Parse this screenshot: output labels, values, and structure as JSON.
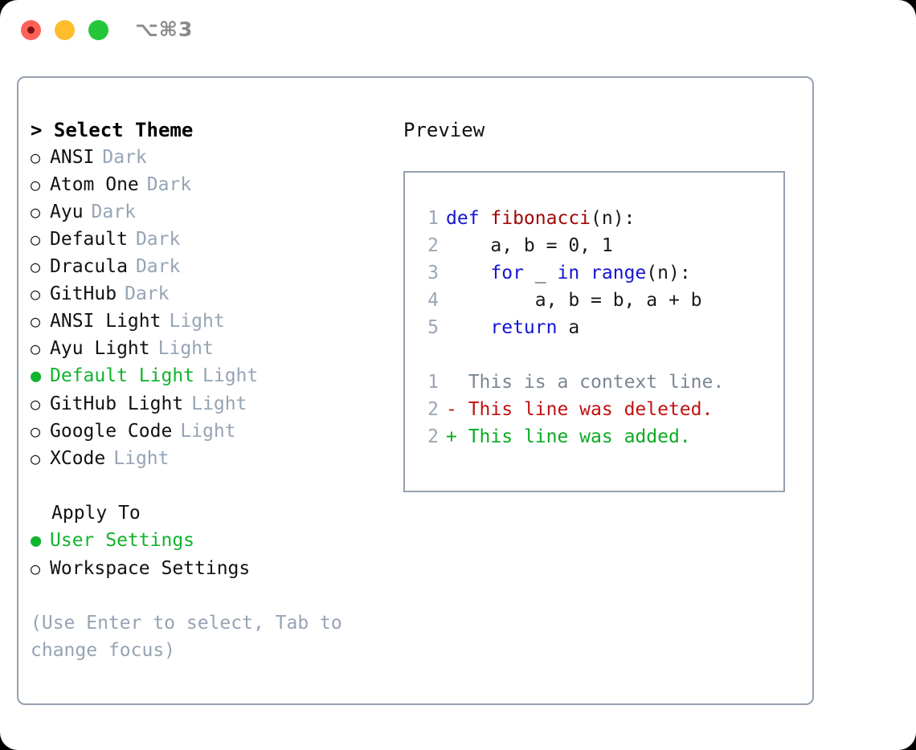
{
  "window": {
    "shortcut": "⌥⌘3",
    "traffic_lights": [
      {
        "name": "close-button",
        "color": "#ff6159"
      },
      {
        "name": "minimize-button",
        "color": "#ffbd2e"
      },
      {
        "name": "maximize-button",
        "color": "#24c63a"
      }
    ]
  },
  "theme_selector": {
    "header": "> Select Theme",
    "options": [
      {
        "label": "ANSI",
        "variant": "Dark",
        "selected": false,
        "marker": "○"
      },
      {
        "label": "Atom One",
        "variant": "Dark",
        "selected": false,
        "marker": "○"
      },
      {
        "label": "Ayu",
        "variant": "Dark",
        "selected": false,
        "marker": "○"
      },
      {
        "label": "Default",
        "variant": "Dark",
        "selected": false,
        "marker": "○"
      },
      {
        "label": "Dracula",
        "variant": "Dark",
        "selected": false,
        "marker": "○"
      },
      {
        "label": "GitHub",
        "variant": "Dark",
        "selected": false,
        "marker": "○"
      },
      {
        "label": "ANSI Light",
        "variant": "Light",
        "selected": false,
        "marker": "○"
      },
      {
        "label": "Ayu Light",
        "variant": "Light",
        "selected": false,
        "marker": "○"
      },
      {
        "label": "Default Light",
        "variant": "Light",
        "selected": true,
        "marker": "●"
      },
      {
        "label": "GitHub Light",
        "variant": "Light",
        "selected": false,
        "marker": "○"
      },
      {
        "label": "Google Code",
        "variant": "Light",
        "selected": false,
        "marker": "○"
      },
      {
        "label": "XCode",
        "variant": "Light",
        "selected": false,
        "marker": "○"
      }
    ]
  },
  "apply_to": {
    "title": "Apply To",
    "options": [
      {
        "label": "User Settings",
        "selected": true,
        "marker": "●"
      },
      {
        "label": "Workspace Settings",
        "selected": false,
        "marker": "○"
      }
    ]
  },
  "hint": "(Use Enter to select, Tab to change focus)",
  "preview": {
    "title": "Preview",
    "code_lines": [
      {
        "no": "1",
        "tokens": [
          {
            "t": "def ",
            "c": "tok-kw"
          },
          {
            "t": "fibonacci",
            "c": "tok-fn"
          },
          {
            "t": "(n):",
            "c": "tok-plain"
          }
        ]
      },
      {
        "no": "2",
        "tokens": [
          {
            "t": "    a, b = 0, 1",
            "c": "tok-plain"
          }
        ]
      },
      {
        "no": "3",
        "tokens": [
          {
            "t": "    ",
            "c": "tok-plain"
          },
          {
            "t": "for",
            "c": "tok-kw"
          },
          {
            "t": " _ ",
            "c": "tok-plain"
          },
          {
            "t": "in",
            "c": "tok-kw"
          },
          {
            "t": " ",
            "c": "tok-plain"
          },
          {
            "t": "range",
            "c": "tok-kw"
          },
          {
            "t": "(n):",
            "c": "tok-plain"
          }
        ]
      },
      {
        "no": "4",
        "tokens": [
          {
            "t": "        a, b = b, a + b",
            "c": "tok-plain"
          }
        ]
      },
      {
        "no": "5",
        "tokens": [
          {
            "t": "    ",
            "c": "tok-plain"
          },
          {
            "t": "return",
            "c": "tok-kw"
          },
          {
            "t": " a",
            "c": "tok-plain"
          }
        ]
      }
    ],
    "diff_lines": [
      {
        "no": "1",
        "sign": "  ",
        "text": "This is a context line.",
        "kind": "diff-ctx"
      },
      {
        "no": "2",
        "sign": "- ",
        "text": "This line was deleted.",
        "kind": "diff-del"
      },
      {
        "no": "2",
        "sign": "+ ",
        "text": "This line was added.",
        "kind": "diff-add"
      }
    ]
  },
  "colors": {
    "selected_green": "#12b32e",
    "muted_gray": "#96a4b5",
    "border": "#96a0b0",
    "keyword_blue": "#1414d4",
    "function_red": "#a00808",
    "diff_delete": "#c01111",
    "diff_add": "#0bab22"
  }
}
